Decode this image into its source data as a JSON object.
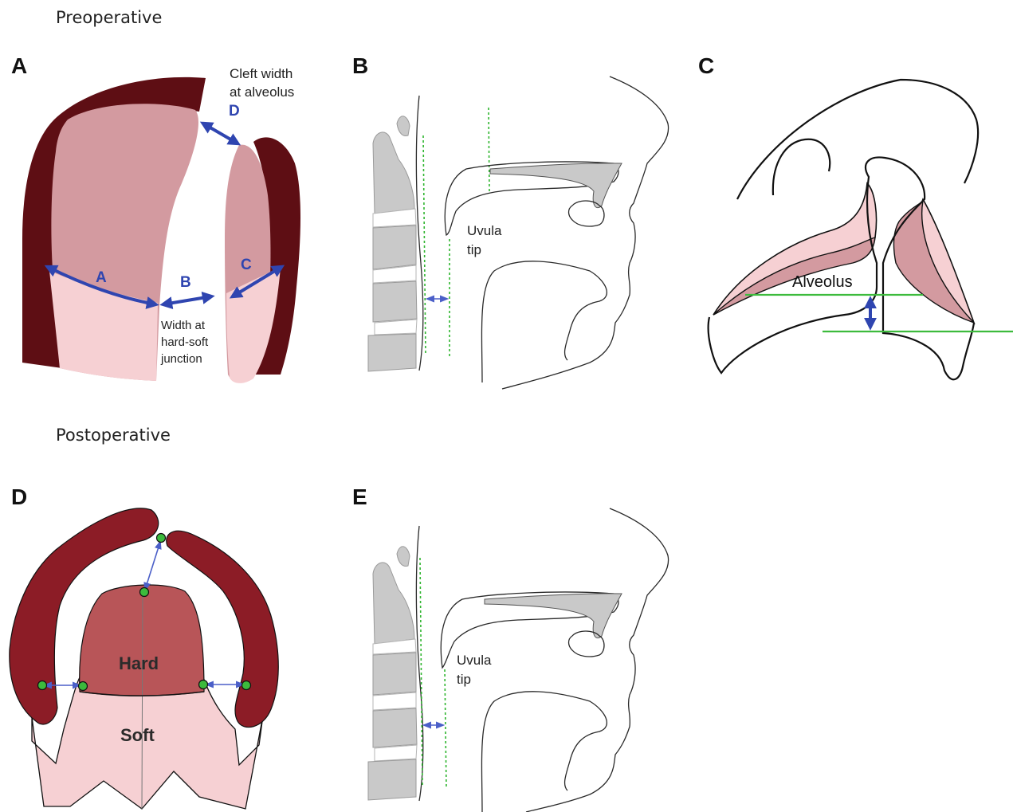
{
  "sections": {
    "preoperative": "Preoperative",
    "postoperative": "Postoperative"
  },
  "panels": {
    "A": {
      "letter": "A",
      "measure_a": "A",
      "measure_b": "B",
      "measure_c": "C",
      "measure_d": "D",
      "cleft_width_line1": "Cleft width",
      "cleft_width_line2": "at alveolus",
      "width_line1": "Width at",
      "width_line2": "hard-soft",
      "width_line3": "junction"
    },
    "B": {
      "letter": "B",
      "uvula_line1": "Uvula",
      "uvula_line2": "tip"
    },
    "C": {
      "letter": "C",
      "alveolus": "Alveolus"
    },
    "D": {
      "letter": "D",
      "hard": "Hard",
      "soft": "Soft"
    },
    "E": {
      "letter": "E",
      "uvula_line1": "Uvula",
      "uvula_line2": "tip"
    }
  },
  "colors": {
    "dark_maroon": "#5e0e14",
    "maroon": "#8c1c26",
    "mid_pink": "#d39aa0",
    "light_pink": "#f6d0d3",
    "hard_palate": "#b85558",
    "measure_blue": "#2f45b0",
    "green": "#3cba3c",
    "bone_gray": "#c9c9c9"
  }
}
